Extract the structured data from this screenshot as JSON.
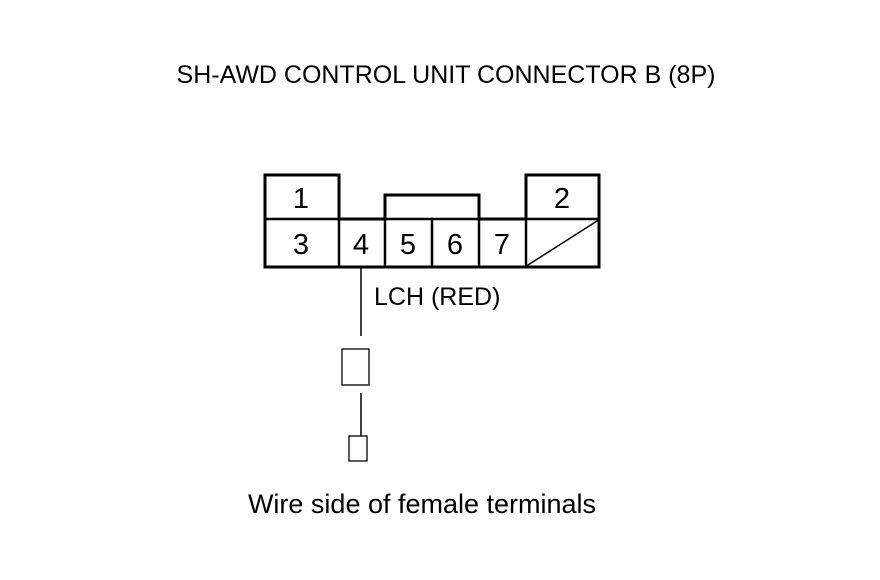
{
  "title": "SH-AWD CONTROL UNIT CONNECTOR B (8P)",
  "connector": {
    "top_row": [
      {
        "id": "pin-1",
        "label": "1"
      },
      {
        "id": "pin-2",
        "label": "2"
      }
    ],
    "bottom_row": [
      {
        "id": "pin-3",
        "label": "3"
      },
      {
        "id": "pin-4",
        "label": "4"
      },
      {
        "id": "pin-5",
        "label": "5"
      },
      {
        "id": "pin-6",
        "label": "6"
      },
      {
        "id": "pin-7",
        "label": "7"
      }
    ]
  },
  "wire": {
    "label": "LCH (RED)"
  },
  "caption": "Wire side of female terminals"
}
